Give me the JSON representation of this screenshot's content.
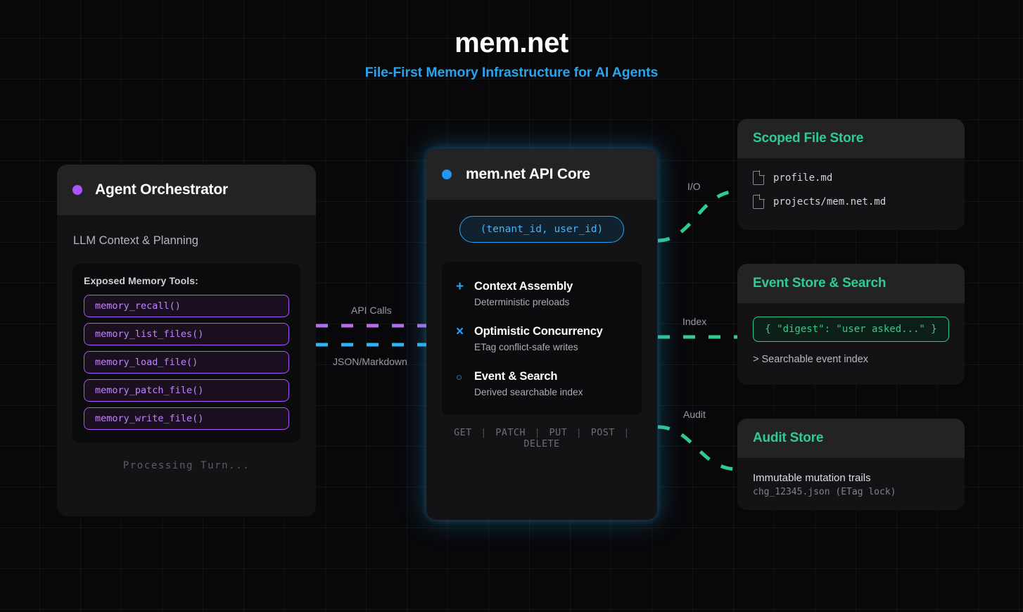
{
  "header": {
    "title": "mem.net",
    "subtitle": "File-First Memory Infrastructure for AI Agents",
    "title_color": "#ffffff",
    "subtitle_color": "#2aa3ef"
  },
  "orchestrator": {
    "dot_icon": "status-dot-icon",
    "dot_color": "#a855f7",
    "title": "Agent Orchestrator",
    "subtitle": "LLM Context & Planning",
    "tools_label": "Exposed Memory Tools:",
    "tools": [
      "memory_recall()",
      "memory_list_files()",
      "memory_load_file()",
      "memory_patch_file()",
      "memory_write_file()"
    ],
    "status": "Processing Turn...",
    "accent": "#a855f7"
  },
  "api_core": {
    "dot_icon": "status-dot-icon",
    "dot_color": "#2196f3",
    "title": "mem.net API Core",
    "scope_pill": "(tenant_id, user_id)",
    "features": [
      {
        "icon": "plus-icon",
        "glyph": "+",
        "title": "Context Assembly",
        "subtitle": "Deterministic preloads"
      },
      {
        "icon": "cross-icon",
        "glyph": "×",
        "title": "Optimistic Concurrency",
        "subtitle": "ETag conflict-safe writes"
      },
      {
        "icon": "circle-outline-icon",
        "glyph": "○",
        "title": "Event & Search",
        "subtitle": "Derived searchable index"
      }
    ],
    "methods": [
      "GET",
      "PATCH",
      "PUT",
      "POST",
      "DELETE"
    ],
    "method_separator": "|",
    "accent": "#2aa3ef"
  },
  "stores": {
    "file_store": {
      "title": "Scoped File Store",
      "files": [
        "profile.md",
        "projects/mem.net.md"
      ]
    },
    "event_store": {
      "title": "Event Store & Search",
      "digest": "{ \"digest\": \"user asked...\" }",
      "note": "> Searchable event index"
    },
    "audit_store": {
      "title": "Audit Store",
      "line1": "Immutable mutation trails",
      "line2": "chg_12345.json (ETag lock)"
    },
    "accent": "#2ecc8f"
  },
  "connectors": [
    {
      "label": "API Calls",
      "color": "#b76bf5"
    },
    {
      "label": "JSON/Markdown",
      "color": "#29b6f6"
    },
    {
      "label": "I/O",
      "color": "#2ecc8f"
    },
    {
      "label": "Index",
      "color": "#2ecc8f"
    },
    {
      "label": "Audit",
      "color": "#2ecc8f"
    }
  ]
}
